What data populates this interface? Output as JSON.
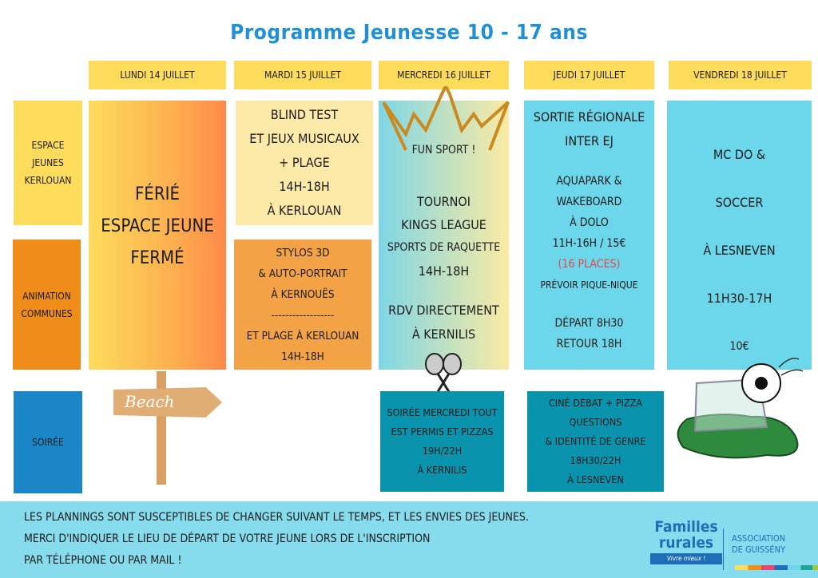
{
  "title": "Programme Jeunesse 10 - 17 ans",
  "days": [
    "Lundi 14 juillet",
    "Mardi 15 juillet",
    "Mercredi 16 juillet",
    "Jeudi 17 juillet",
    "Vendredi 18 juillet"
  ],
  "rows": {
    "espace": [
      "Espace",
      "Jeunes",
      "Kerlouan"
    ],
    "animation": [
      "Animation",
      "Communes"
    ],
    "soiree": "Soirée"
  },
  "lundi": {
    "lines": [
      "Férié",
      "Espace jeune",
      "Fermé"
    ],
    "sign": "Beach"
  },
  "mardi": {
    "top": [
      "Blind test",
      "et jeux musicaux",
      "+ plage",
      "14H-18H",
      "à Kerlouan"
    ],
    "bottom": [
      "Stylos 3D",
      "& auto-portrait",
      "à Kernouës",
      "------------------",
      "et plage à Kerlouan",
      "14H-18H"
    ]
  },
  "mercredi": {
    "badge": "Fun sport !",
    "lines": [
      "Tournoi",
      "Kings League",
      "Sports de raquette",
      "14H-18H"
    ],
    "rdv": [
      "RDV directement",
      "à Kernilis"
    ],
    "soiree": [
      "Soirée mercredi tout",
      "est permis et pizzas",
      "19H/22H",
      "à Kernilis"
    ]
  },
  "jeudi": {
    "lines": [
      "Sortie régionale",
      "Inter EJ"
    ],
    "activity": [
      "Aquapark &",
      "Wakeboard",
      "à Dolo",
      "11H-16H / 15€"
    ],
    "places": "(16 places)",
    "note": "Prévoir pique-nique",
    "times": [
      "Départ 8H30",
      "Retour 18H"
    ],
    "soiree": [
      "Ciné débat + pizza",
      "questions",
      "& identité de genre",
      "18H30/22H",
      "à Lesneven"
    ]
  },
  "vendredi": {
    "lines": [
      "MC DO &",
      "Soccer",
      "à Lesneven",
      "11H30-17H",
      "10€"
    ]
  },
  "footer": {
    "lines": [
      "Les plannings sont susceptibles de changer suivant le temps, et les envies des jeunes.",
      "Merci d'indiquer le lieu de départ de votre jeune lors de l'inscription",
      "par téléphone ou par mail !"
    ]
  },
  "logo": {
    "name1": "Familles",
    "name2": "rurales",
    "tagline": "Vivre mieux !",
    "assoc1": "Association",
    "assoc2": "de Guissény"
  },
  "colors": {
    "title": "#1f8fd6",
    "header": "#fddc5c",
    "cyan": "#6cd6ea",
    "teal": "#0a93ad",
    "places": "#e8454a"
  }
}
